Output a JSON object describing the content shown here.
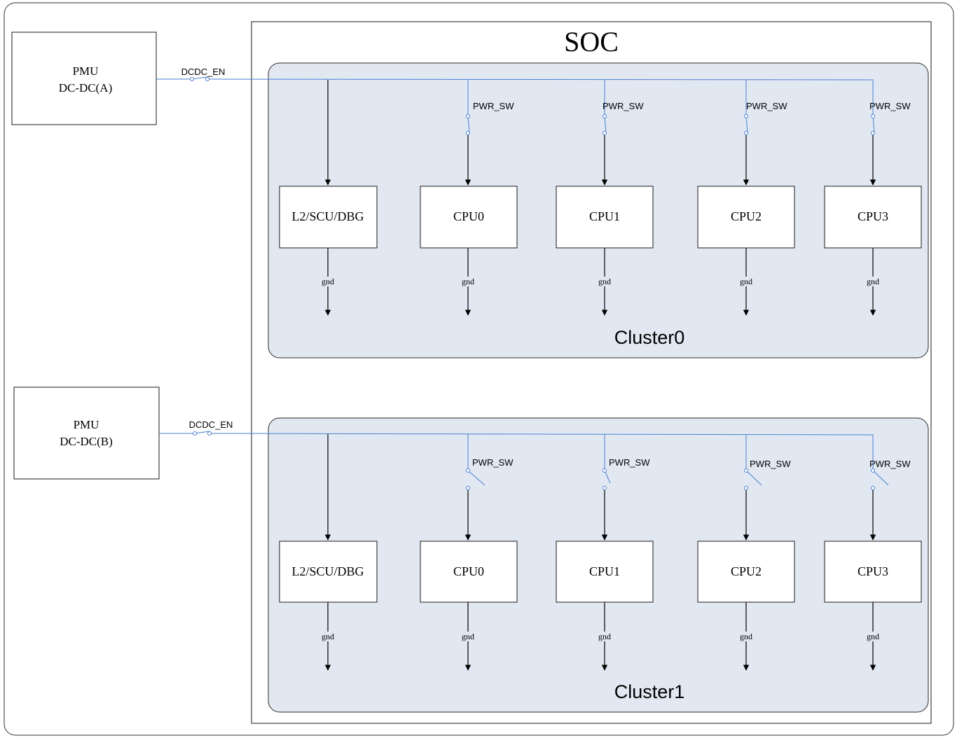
{
  "soc": {
    "title": "SOC"
  },
  "pmus": [
    {
      "line1": "PMU",
      "line2": "DC-DC(A)",
      "switch_label": "DCDC_EN"
    },
    {
      "line1": "PMU",
      "line2": "DC-DC(B)",
      "switch_label": "DCDC_EN"
    }
  ],
  "clusters": [
    {
      "label": "Cluster0",
      "switch_state": "closed",
      "blocks": [
        "L2/SCU/DBG",
        "CPU0",
        "CPU1",
        "CPU2",
        "CPU3"
      ],
      "switch_label": "PWR_SW",
      "gnd_label": "gnd"
    },
    {
      "label": "Cluster1",
      "switch_state": "open",
      "blocks": [
        "L2/SCU/DBG",
        "CPU0",
        "CPU1",
        "CPU2",
        "CPU3"
      ],
      "switch_label": "PWR_SW",
      "gnd_label": "gnd"
    }
  ],
  "colors": {
    "wire": "#4a7fd0",
    "cluster_fill": "#e2e8f2",
    "line": "#000000"
  }
}
